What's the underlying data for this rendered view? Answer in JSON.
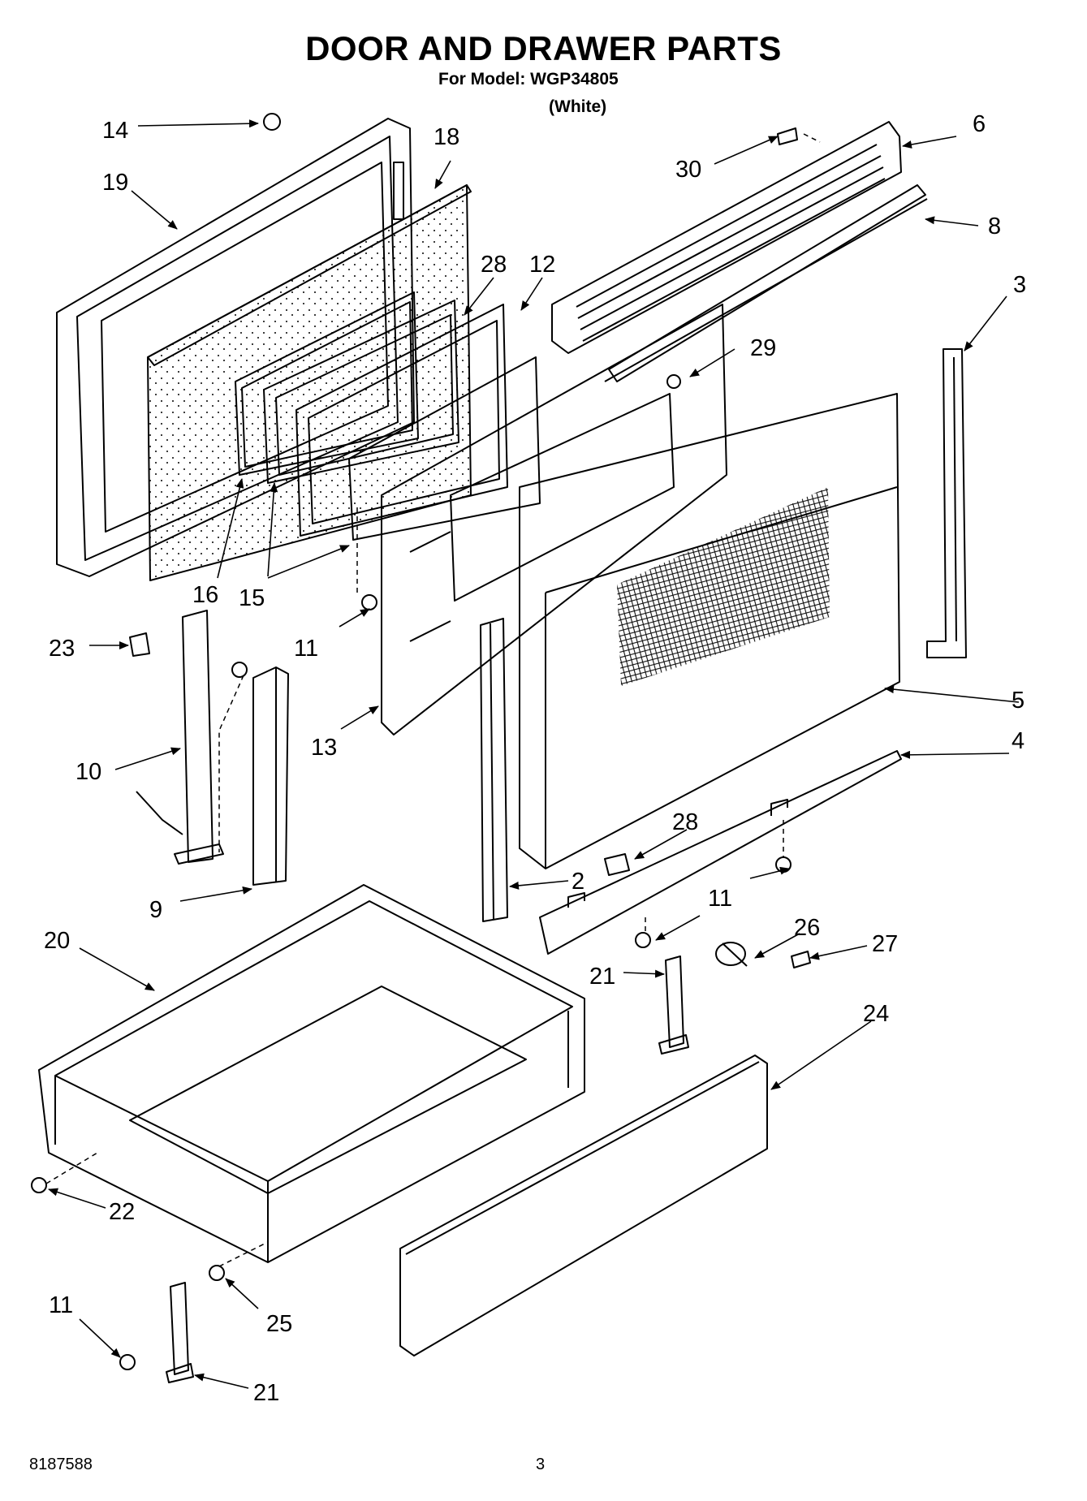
{
  "header": {
    "title": "DOOR AND DRAWER PARTS",
    "model_line": "For Model: WGP34805",
    "color_line": "(White)"
  },
  "footer": {
    "doc_number": "8187588",
    "page_number": "3"
  },
  "callouts": [
    {
      "id": "c14a",
      "text": "14"
    },
    {
      "id": "c19",
      "text": "19"
    },
    {
      "id": "c18",
      "text": "18"
    },
    {
      "id": "c28a",
      "text": "28"
    },
    {
      "id": "c12",
      "text": "12"
    },
    {
      "id": "c30",
      "text": "30"
    },
    {
      "id": "c6",
      "text": "6"
    },
    {
      "id": "c8",
      "text": "8"
    },
    {
      "id": "c3",
      "text": "3"
    },
    {
      "id": "c29",
      "text": "29"
    },
    {
      "id": "c16",
      "text": "16"
    },
    {
      "id": "c15",
      "text": "15"
    },
    {
      "id": "c23",
      "text": "23"
    },
    {
      "id": "c11a",
      "text": "11"
    },
    {
      "id": "c10",
      "text": "10"
    },
    {
      "id": "c13",
      "text": "13"
    },
    {
      "id": "c5",
      "text": "5"
    },
    {
      "id": "c4",
      "text": "4"
    },
    {
      "id": "c28b",
      "text": "28"
    },
    {
      "id": "c2",
      "text": "2"
    },
    {
      "id": "c9",
      "text": "9"
    },
    {
      "id": "c11b",
      "text": "11"
    },
    {
      "id": "c26",
      "text": "26"
    },
    {
      "id": "c27",
      "text": "27"
    },
    {
      "id": "c20",
      "text": "20"
    },
    {
      "id": "c21a",
      "text": "21"
    },
    {
      "id": "c24",
      "text": "24"
    },
    {
      "id": "c22",
      "text": "22"
    },
    {
      "id": "c25",
      "text": "25"
    },
    {
      "id": "c11c",
      "text": "11"
    },
    {
      "id": "c21b",
      "text": "21"
    }
  ]
}
